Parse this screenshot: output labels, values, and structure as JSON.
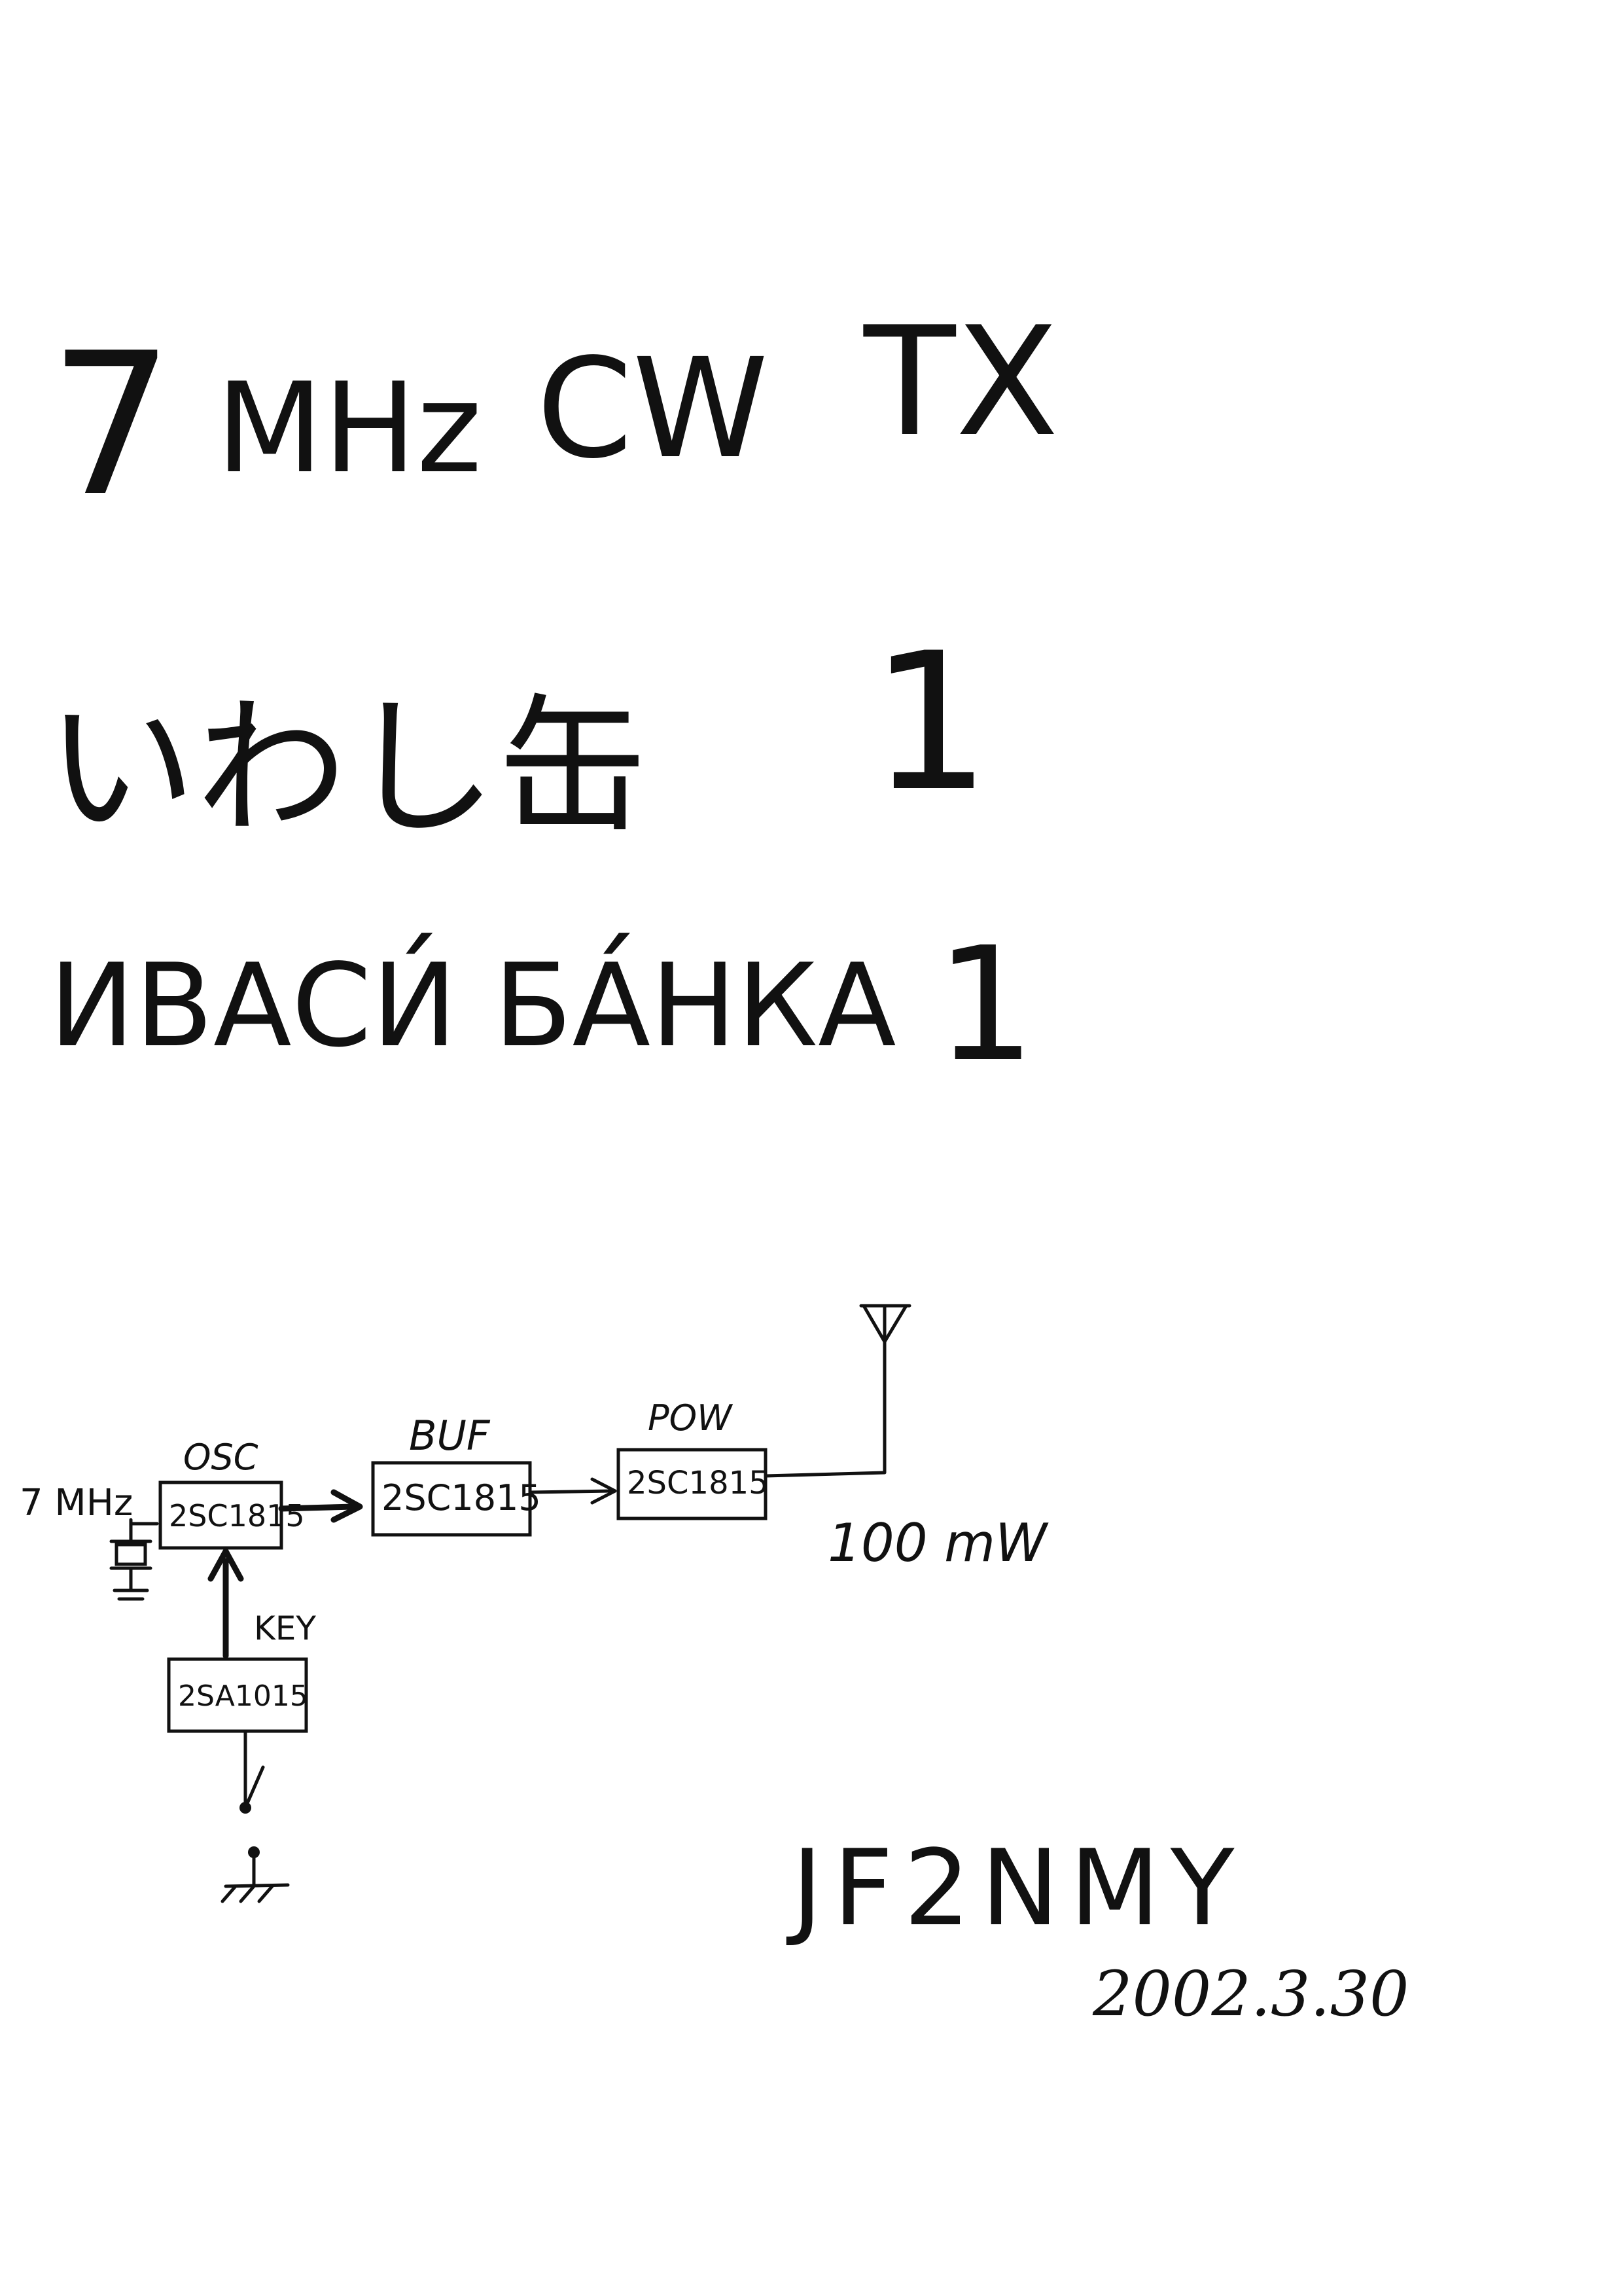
{
  "title": {
    "freq": "7",
    "unit": "MHz",
    "mode": "CW",
    "tx": "TX"
  },
  "japanese": {
    "name": "いわし缶",
    "number": "1"
  },
  "russian": {
    "name": "ИВАСИ́ БА́НКА",
    "number": "1"
  },
  "diagram": {
    "input_label": "7 MHz",
    "stages": [
      {
        "label": "OSC",
        "part": "2SC1815"
      },
      {
        "label": "BUF",
        "part": "2SC1815"
      },
      {
        "label": "POW",
        "part": "2SC1815"
      }
    ],
    "key_stage": {
      "label": "KEY",
      "part": "2SA1015"
    },
    "output_power": "100 mW"
  },
  "callsign": "JF2NMY",
  "date": "2002.3.30"
}
